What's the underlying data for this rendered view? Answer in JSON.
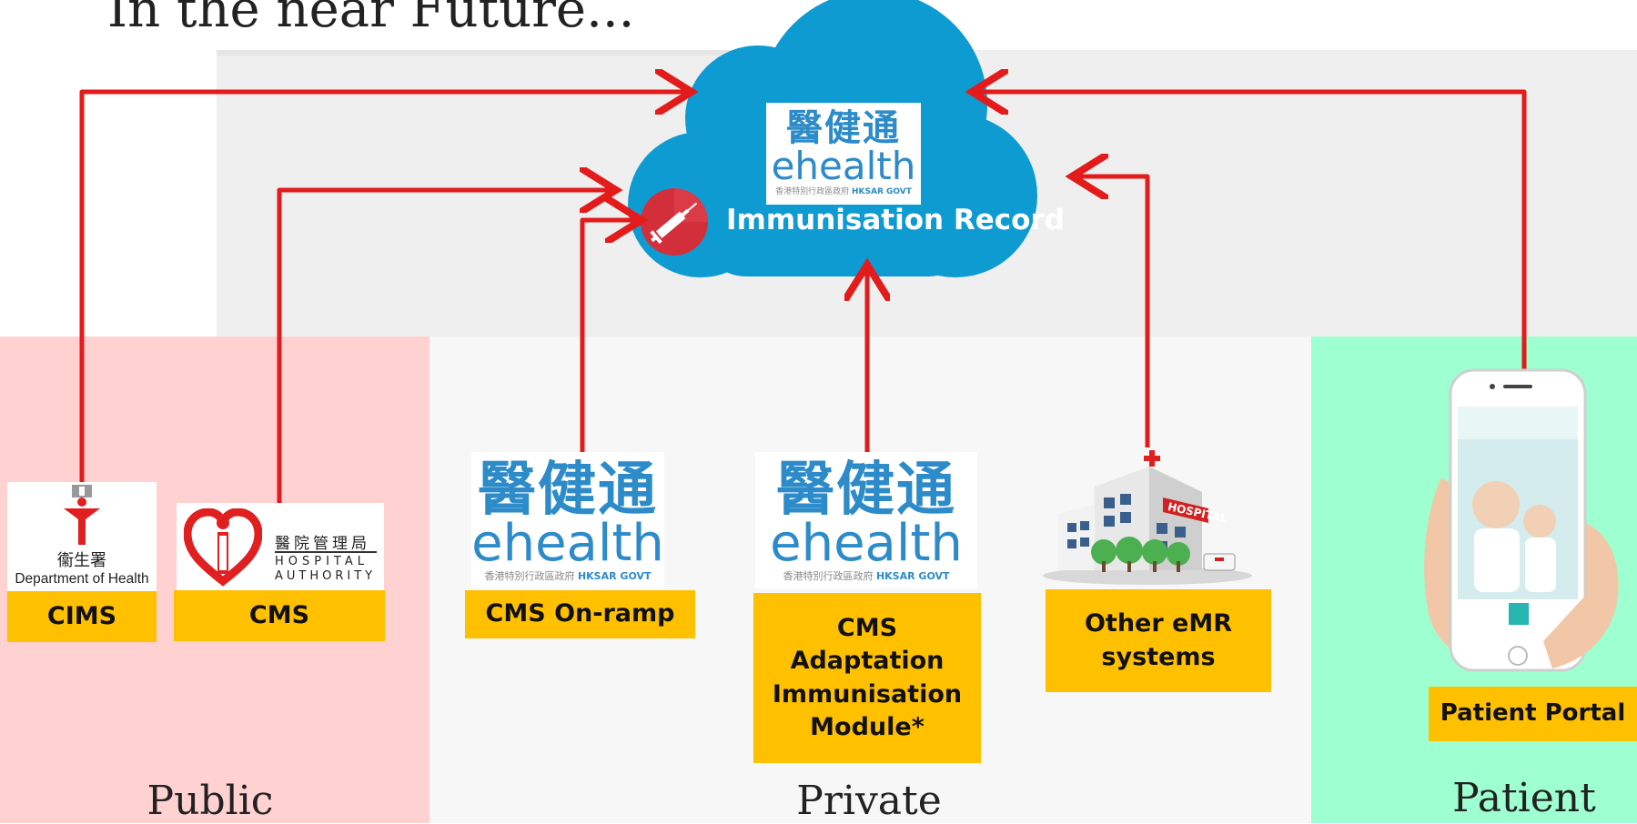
{
  "title": "In the near Future...",
  "cloud": {
    "label": "Immunisation Record",
    "logo": {
      "chinese": "醫健通",
      "english": "ehealth",
      "sub_cn": "香港特別行政區政府",
      "sub_en": "HKSAR GOVT"
    }
  },
  "zones": {
    "public": "Public",
    "private": "Private",
    "patient": "Patient"
  },
  "logos": {
    "doh": {
      "chinese": "衞生署",
      "english": "Department of Health"
    },
    "ha": {
      "chinese": "醫院管理局",
      "english_1": "HOSPITAL",
      "english_2": "AUTHORITY"
    },
    "ehealth_1": {
      "chinese": "醫健通",
      "english": "ehealth",
      "sub_cn": "香港特別行政區政府",
      "sub_en": "HKSAR GOVT"
    },
    "ehealth_2": {
      "chinese": "醫健通",
      "english": "ehealth",
      "sub_cn": "香港特別行政區政府",
      "sub_en": "HKSAR GOVT"
    },
    "hospital_sign": "HOSPITAL"
  },
  "systems": {
    "cims": "CIMS",
    "cms": "CMS",
    "cms_onramp": "CMS On-ramp",
    "cms_adaptation": [
      "CMS",
      "Adaptation",
      "Immunisation",
      "Module*"
    ],
    "other_emr": [
      "Other eMR",
      "systems"
    ],
    "patient_portal": "Patient Portal"
  },
  "colors": {
    "arrow": "#e31b1b",
    "cloud": "#0e9bd2",
    "tag": "#ffc000",
    "public_bg": "#ffd1d1",
    "private_bg": "#f7f7f7",
    "patient_bg": "#9effd0",
    "header_bg": "#efefef"
  },
  "icons": [
    "syringe-icon",
    "hospital-building-icon",
    "smartphone-icon",
    "doh-logo",
    "ha-logo"
  ]
}
